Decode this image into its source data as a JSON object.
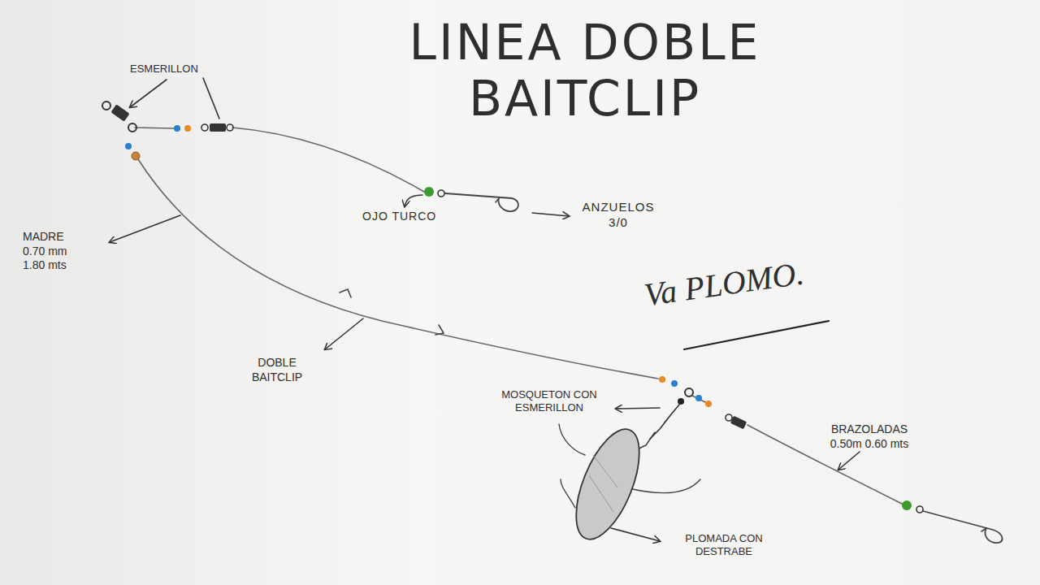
{
  "diagram": {
    "title": "LINEA DOBLE BAITCLIP",
    "labels": [
      "ESMERILLON",
      "OJO TURCO",
      "ANZUELOS 3/0",
      "MADRE 0.70 mm 1.80 mts",
      "DOBLE BAITCLIP",
      "Va PLOMO.",
      "MOSQUETON CON ESMERILLON",
      "BRAZOLADAS 0.50m 0.60 mts",
      "PLOMADA CON DESTRABE"
    ]
  }
}
